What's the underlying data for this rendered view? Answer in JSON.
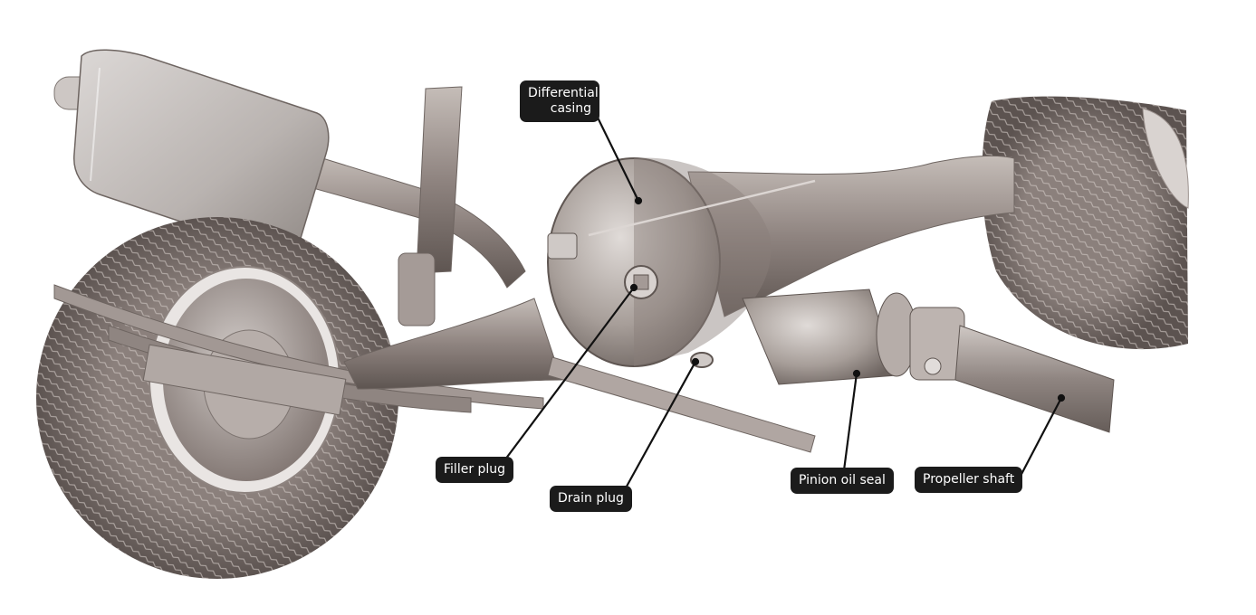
{
  "labels": {
    "differential_casing": "Differential\ncasing",
    "filler_plug": "Filler plug",
    "drain_plug": "Drain plug",
    "pinion_oil_seal": "Pinion oil seal",
    "propeller_shaft": "Propeller shaft"
  },
  "colors": {
    "label_bg": "#1b1b1b",
    "label_text": "#ffffff",
    "metal_light": "#d6d0cc",
    "metal_mid": "#9c918c",
    "metal_dark": "#5f5652",
    "tyre": "#6f6562"
  }
}
